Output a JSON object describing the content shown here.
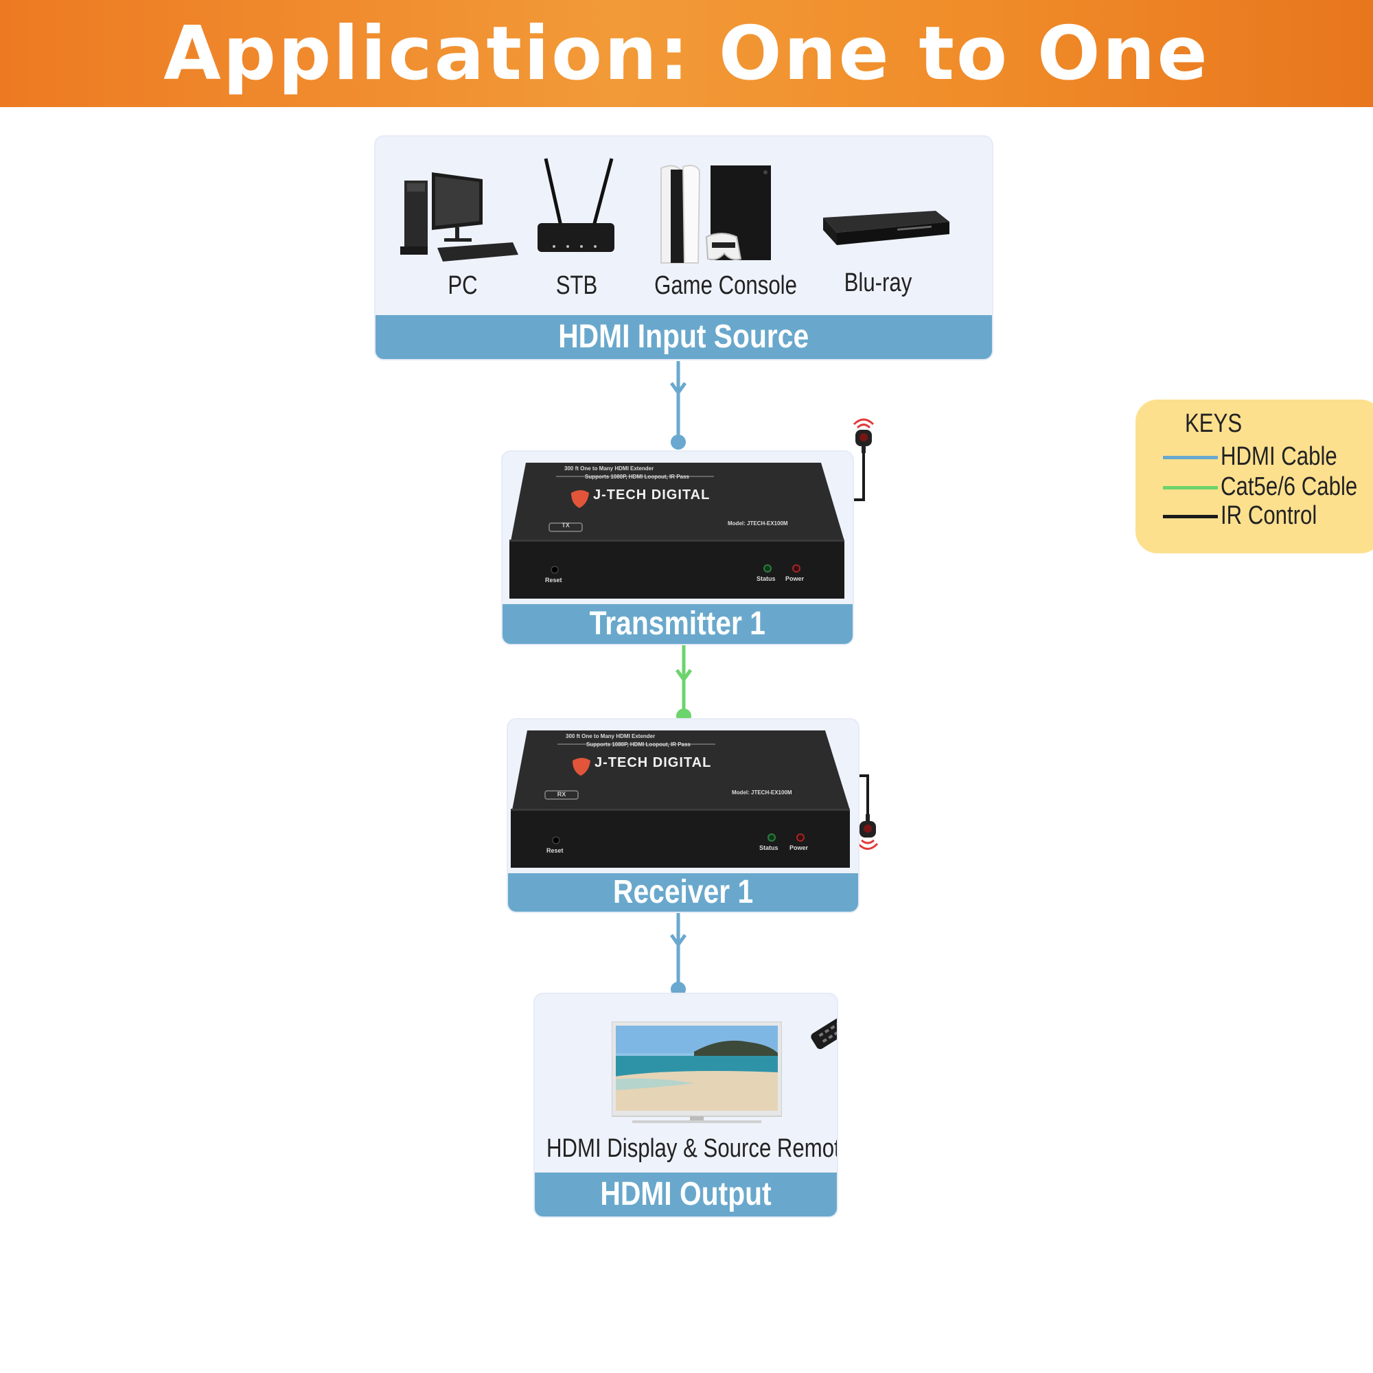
{
  "header": {
    "title": "Application: One to One"
  },
  "source_panel": {
    "title": "HDMI Input Source",
    "devices": [
      {
        "label": "PC",
        "icon": "pc-icon"
      },
      {
        "label": "STB",
        "icon": "router-icon"
      },
      {
        "label": "Game Console",
        "icon": "game-console-icon"
      },
      {
        "label": "Blu-ray",
        "icon": "bluray-player-icon"
      }
    ]
  },
  "transmitter": {
    "title": "Transmitter 1",
    "brand": "J-TECH DIGITAL",
    "model": "Model: JTECH-EX100M",
    "top_line1": "300 ft One to Many HDMI Extender",
    "top_line2": "Supports 1080P, HDMI Loopout, IR Pass",
    "tag": "TX",
    "reset": "Reset",
    "status": "Status",
    "power": "Power"
  },
  "receiver": {
    "title": "Receiver 1",
    "brand": "J-TECH DIGITAL",
    "model": "Model: JTECH-EX100M",
    "top_line1": "300 ft One to Many HDMI Extender",
    "top_line2": "Supports 1080P, HDMI Loopout, IR Pass",
    "tag": "RX",
    "reset": "Reset",
    "status": "Status",
    "power": "Power"
  },
  "output_panel": {
    "title": "HDMI Output Display",
    "caption": "HDMI Display & Source Remote"
  },
  "keys": {
    "title": "KEYS",
    "items": [
      {
        "label": "HDMI Cable",
        "color": "#6aa8cf"
      },
      {
        "label": "Cat5e/6 Cable",
        "color": "#6cd46c"
      },
      {
        "label": "IR Control",
        "color": "#1a1a1a"
      }
    ]
  },
  "colors": {
    "hdmi": "#6aa8cf",
    "cat": "#6cd46c",
    "ir": "#1a1a1a",
    "panel_bar": "#69a8cc",
    "header": "#f08d2a"
  }
}
